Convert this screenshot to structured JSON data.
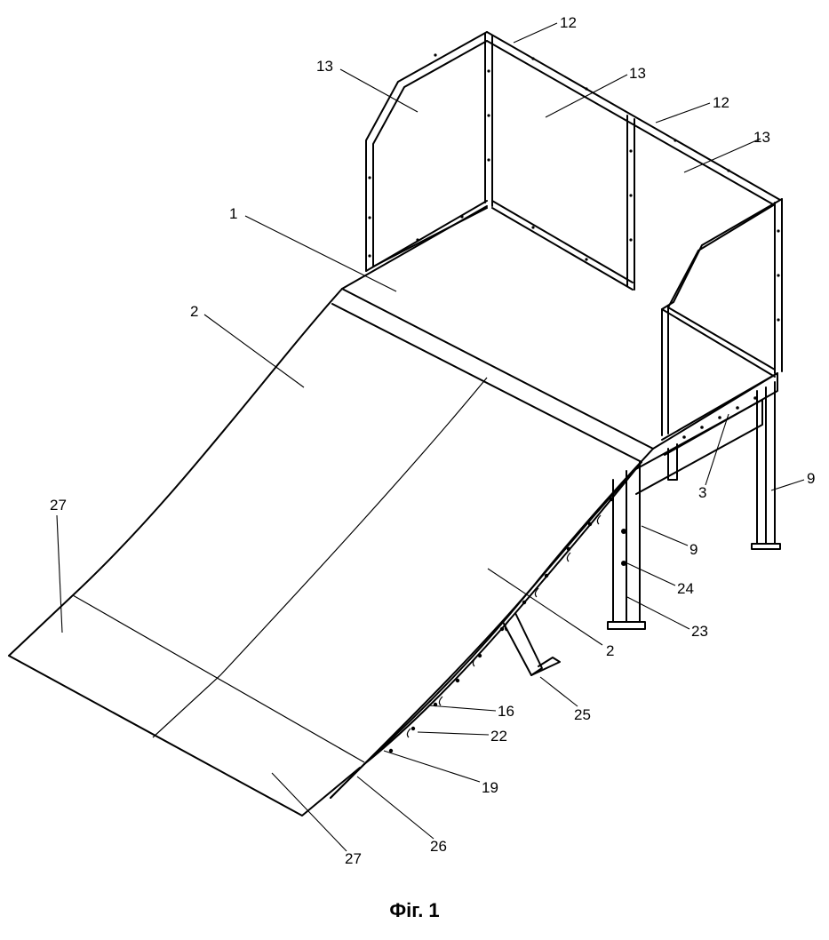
{
  "figure": {
    "caption": "Фіг. 1"
  },
  "labels": [
    {
      "id": "12a",
      "text": "12"
    },
    {
      "id": "12b",
      "text": "12"
    },
    {
      "id": "13a",
      "text": "13"
    },
    {
      "id": "13b",
      "text": "13"
    },
    {
      "id": "13c",
      "text": "13"
    },
    {
      "id": "1",
      "text": "1"
    },
    {
      "id": "2a",
      "text": "2"
    },
    {
      "id": "2b",
      "text": "2"
    },
    {
      "id": "3",
      "text": "3"
    },
    {
      "id": "9a",
      "text": "9"
    },
    {
      "id": "9b",
      "text": "9"
    },
    {
      "id": "24",
      "text": "24"
    },
    {
      "id": "23",
      "text": "23"
    },
    {
      "id": "25",
      "text": "25"
    },
    {
      "id": "16",
      "text": "16"
    },
    {
      "id": "22",
      "text": "22"
    },
    {
      "id": "19",
      "text": "19"
    },
    {
      "id": "26",
      "text": "26"
    },
    {
      "id": "27a",
      "text": "27"
    },
    {
      "id": "27b",
      "text": "27"
    }
  ]
}
